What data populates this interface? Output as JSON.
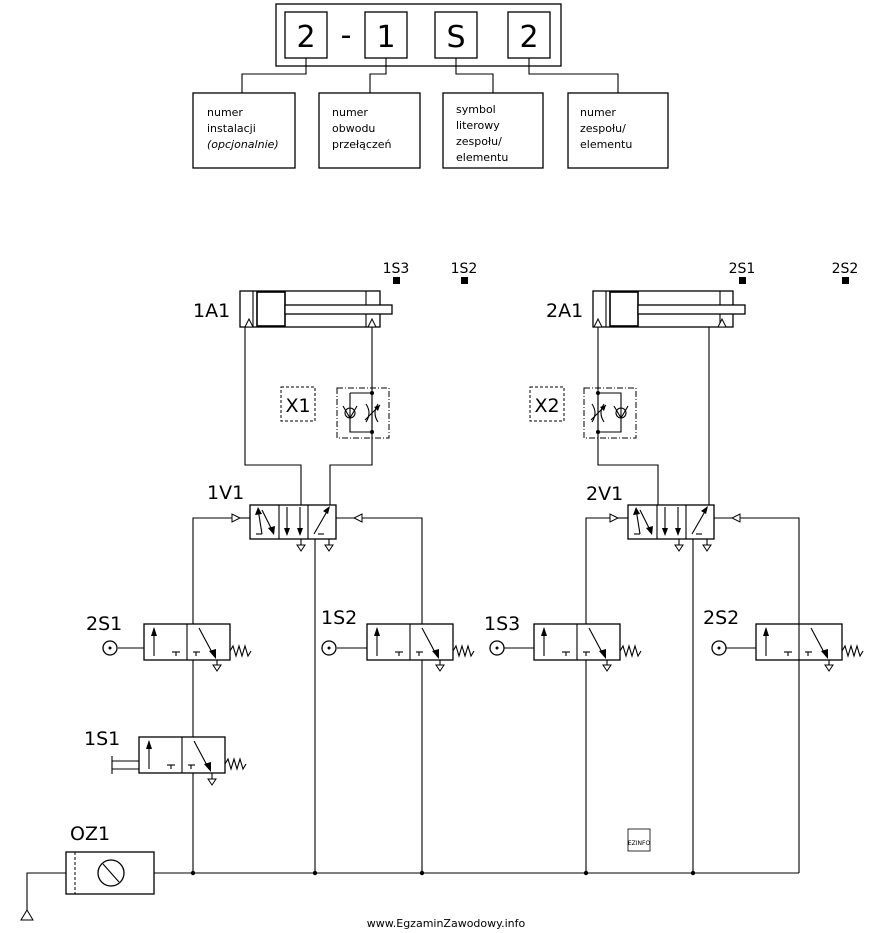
{
  "code": {
    "part1": "2",
    "dash": "-",
    "part2": "1",
    "part3": "S",
    "part4": "2"
  },
  "legend": {
    "box1": [
      "numer",
      "instalacji",
      "(opcjonalnie)"
    ],
    "box2": [
      "numer",
      "obwodu",
      "przełączeń"
    ],
    "box3": [
      "symbol",
      "literowy",
      "zespołu/",
      "elementu"
    ],
    "box4": [
      "numer",
      "zespołu/",
      "elementu"
    ]
  },
  "labels": {
    "cyl1": "1A1",
    "cyl2": "2A1",
    "valve1": "1V1",
    "valve2": "2V1",
    "x1": "X1",
    "x2": "X2",
    "s2s1_left": "2S1",
    "s1s2": "1S2",
    "s1s3": "1S3",
    "s2s2_right": "2S2",
    "s1s1": "1S1",
    "oz1": "OZ1",
    "top_1s3": "1S3",
    "top_1s2": "1S2",
    "top_2s1": "2S1",
    "top_2s2": "2S2"
  },
  "logo_text": "EZINFO",
  "footer": "www.EgzaminZawodowy.info"
}
